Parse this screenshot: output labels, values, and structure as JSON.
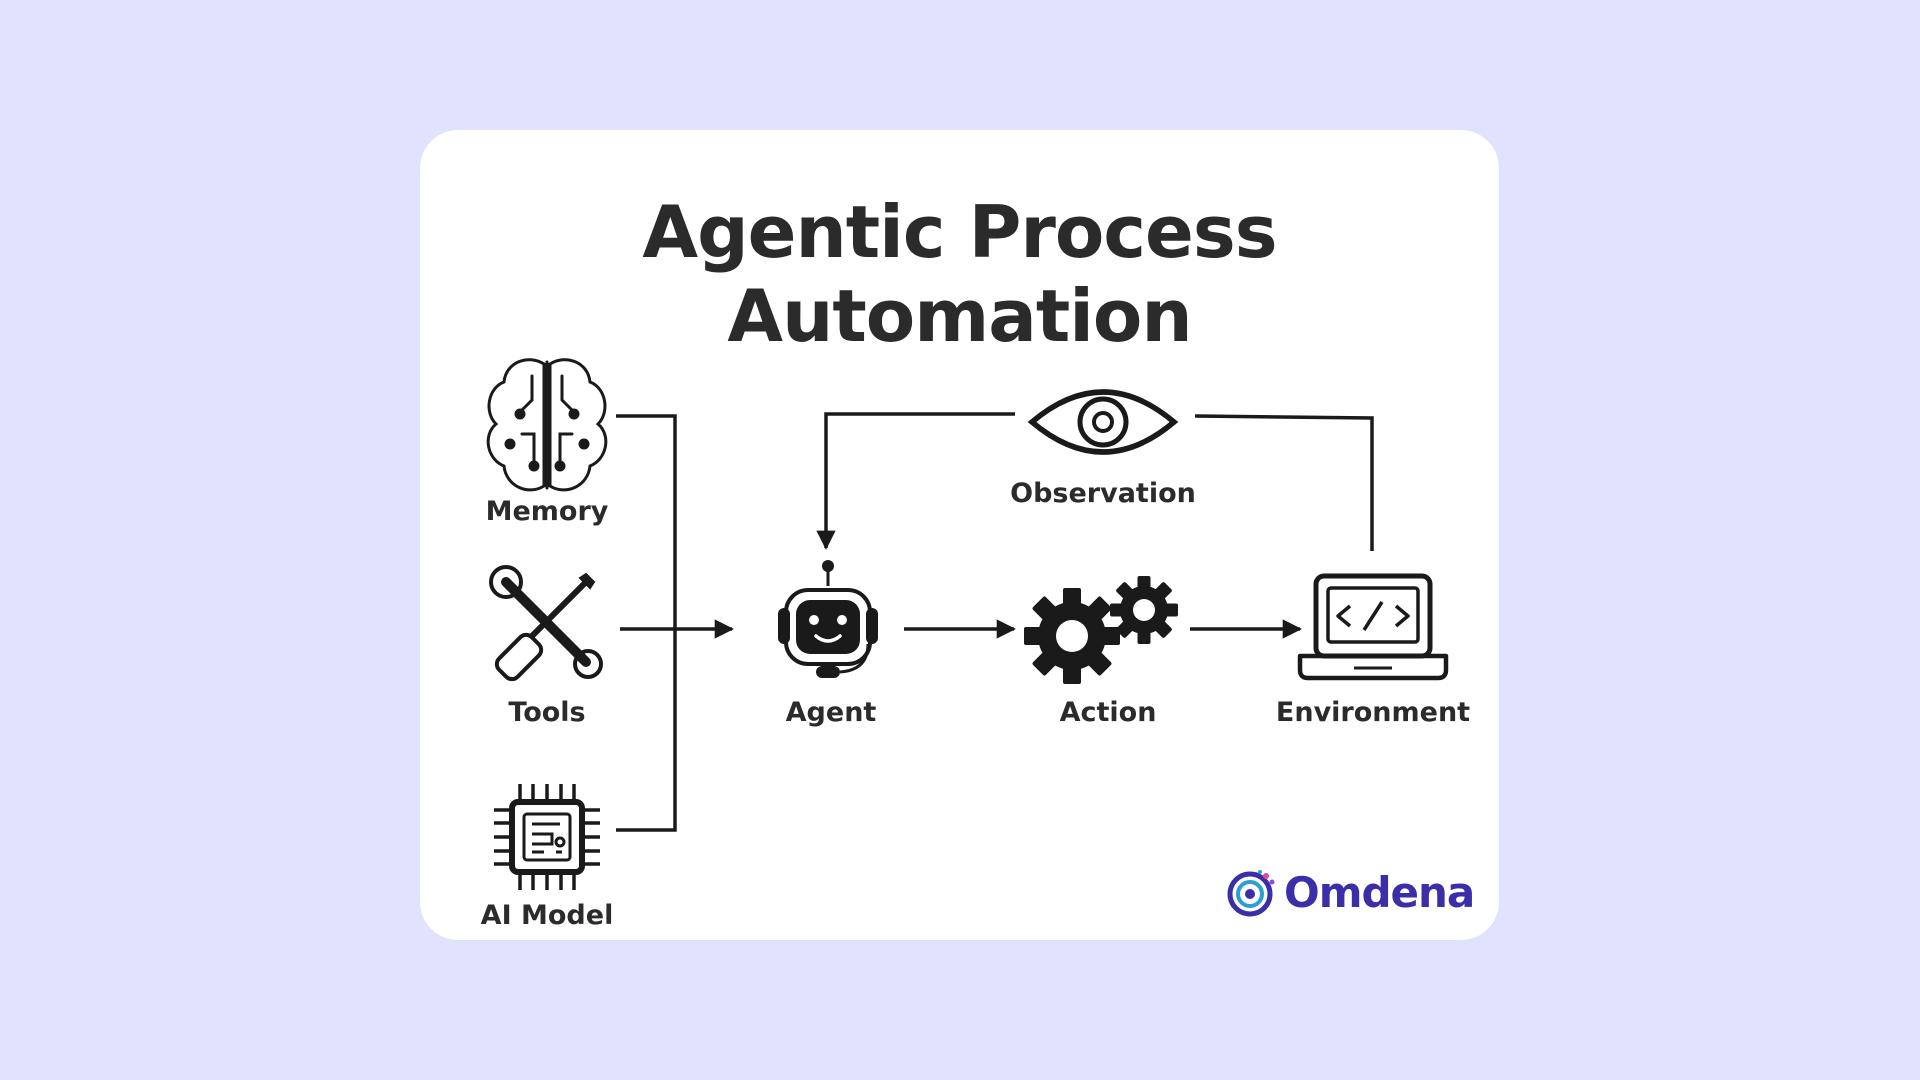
{
  "title": "Agentic Process Automation",
  "nodes": {
    "memory": "Memory",
    "tools": "Tools",
    "ai_model": "AI Model",
    "agent": "Agent",
    "action": "Action",
    "environment": "Environment",
    "observation": "Observation"
  },
  "logo": {
    "text": "Omdena",
    "color": "#3a2fa8"
  },
  "colors": {
    "background": "#e1e2fd",
    "card": "#ffffff",
    "ink": "#1a1a1a"
  }
}
